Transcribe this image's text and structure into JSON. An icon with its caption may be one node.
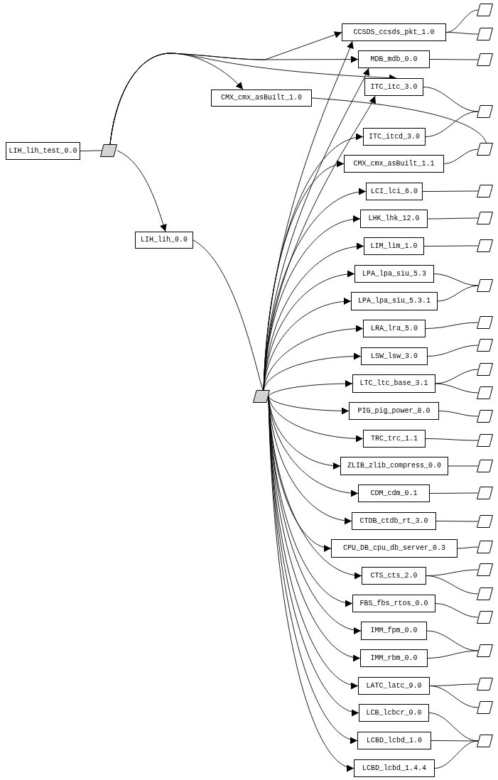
{
  "diagram": {
    "nodes": [
      {
        "text": [
          "LIH_lih_test_0.0"
        ]
      },
      {
        "text": [],
        "shape": "parallelogram"
      },
      {
        "text": [
          "CMX_cmx_asBuilt_1.0"
        ]
      },
      {
        "text": [
          "LIH_lih_0.0"
        ]
      },
      {
        "text": [],
        "shape": "parallelogram"
      },
      {
        "text": [
          "CCSDS_ccsds_pkt_1.0"
        ]
      },
      {
        "text": [
          "MDB_mdb_0.0"
        ]
      },
      {
        "text": [
          "ITC_itc_3.0"
        ]
      },
      {
        "text": [
          "ITC_itcd_3.0"
        ]
      },
      {
        "text": [
          "CMX_cmx_asBuilt_1.1"
        ]
      },
      {
        "text": [
          "LCI_lci_6.0"
        ]
      },
      {
        "text": [
          "LHK_lhk_12.0"
        ]
      },
      {
        "text": [
          "LIM_lim_1.0"
        ]
      },
      {
        "text": [
          "LPA_lpa_siu_5.3"
        ]
      },
      {
        "text": [
          "LPA_lpa_siu_5.3.1"
        ]
      },
      {
        "text": [
          "LRA_lra_5.0"
        ]
      },
      {
        "text": [
          "LSW_lsw_3.0"
        ]
      },
      {
        "text": [
          "LTC_ltc_base_3.1"
        ]
      },
      {
        "text": [
          "PIG_pig_power_8.0"
        ]
      },
      {
        "text": [
          "TRC_trc_1.1"
        ]
      },
      {
        "text": [
          "ZLIB_zlib_compress_0.0"
        ]
      },
      {
        "text": [
          "CDM_cdm_0.1"
        ]
      },
      {
        "text": [
          "CTDB_ctdb_rt_3.0"
        ]
      },
      {
        "text": [
          "CPU_DB_cpu_db_server_0.3"
        ]
      },
      {
        "text": [
          "CTS_cts_2.0"
        ]
      },
      {
        "text": [
          "FBS_fbs_rtos_0.0"
        ]
      },
      {
        "text": [
          "IMM_fpm_0.0"
        ]
      },
      {
        "text": [
          "IMM_rbm_0.0"
        ]
      },
      {
        "text": [
          "LATC_latc_9.0"
        ]
      },
      {
        "text": [
          "LCB_lcbcr_0.0"
        ]
      },
      {
        "text": [
          "LCBD_lcbd_1.0"
        ]
      },
      {
        "text": [
          "LCBD_lcbd_1.4.4"
        ]
      },
      {
        "text": [],
        "shape": "parallelogram"
      },
      {
        "text": [],
        "shape": "parallelogram"
      },
      {
        "text": [],
        "shape": "parallelogram"
      },
      {
        "text": [],
        "shape": "parallelogram"
      },
      {
        "text": [],
        "shape": "parallelogram"
      },
      {
        "text": [],
        "shape": "parallelogram"
      },
      {
        "text": [],
        "shape": "parallelogram"
      },
      {
        "text": [],
        "shape": "parallelogram"
      },
      {
        "text": [],
        "shape": "parallelogram"
      },
      {
        "text": [],
        "shape": "parallelogram"
      },
      {
        "text": [],
        "shape": "parallelogram"
      },
      {
        "text": [],
        "shape": "parallelogram"
      },
      {
        "text": [],
        "shape": "parallelogram"
      },
      {
        "text": [],
        "shape": "parallelogram"
      },
      {
        "text": [],
        "shape": "parallelogram"
      },
      {
        "text": [],
        "shape": "parallelogram"
      },
      {
        "text": [],
        "shape": "parallelogram"
      },
      {
        "text": [],
        "shape": "parallelogram"
      },
      {
        "text": [],
        "shape": "parallelogram"
      },
      {
        "text": [],
        "shape": "parallelogram"
      },
      {
        "text": [],
        "shape": "parallelogram"
      },
      {
        "text": [],
        "shape": "parallelogram"
      },
      {
        "text": [],
        "shape": "parallelogram"
      },
      {
        "text": [],
        "shape": "parallelogram"
      },
      {
        "text": [],
        "shape": "parallelogram"
      },
      {
        "text": [],
        "shape": "parallelogram"
      }
    ],
    "edges": [
      {
        "from": 0,
        "to": 1,
        "arrow": "none"
      },
      {
        "from": 1,
        "to": 3,
        "arrow": "to"
      },
      {
        "from": 1,
        "to": 2,
        "arrow": "to"
      },
      {
        "from": 1,
        "to": 5,
        "arrow": "to"
      },
      {
        "from": 1,
        "to": 6,
        "arrow": "to"
      },
      {
        "from": 1,
        "to": 7,
        "arrow": "to"
      },
      {
        "from": 3,
        "to": 4,
        "arrow": "none"
      },
      {
        "from": 4,
        "to": 5,
        "arrow": "to"
      },
      {
        "from": 4,
        "to": 6,
        "arrow": "to"
      },
      {
        "from": 4,
        "to": 7,
        "arrow": "to"
      },
      {
        "from": 4,
        "to": 8,
        "arrow": "to"
      },
      {
        "from": 4,
        "to": 9,
        "arrow": "to"
      },
      {
        "from": 4,
        "to": 10,
        "arrow": "to"
      },
      {
        "from": 4,
        "to": 11,
        "arrow": "to"
      },
      {
        "from": 4,
        "to": 12,
        "arrow": "to"
      },
      {
        "from": 4,
        "to": 13,
        "arrow": "to"
      },
      {
        "from": 4,
        "to": 14,
        "arrow": "to"
      },
      {
        "from": 4,
        "to": 15,
        "arrow": "to"
      },
      {
        "from": 4,
        "to": 16,
        "arrow": "to"
      },
      {
        "from": 4,
        "to": 17,
        "arrow": "to"
      },
      {
        "from": 4,
        "to": 18,
        "arrow": "to"
      },
      {
        "from": 4,
        "to": 19,
        "arrow": "to"
      },
      {
        "from": 4,
        "to": 20,
        "arrow": "to"
      },
      {
        "from": 4,
        "to": 21,
        "arrow": "to"
      },
      {
        "from": 4,
        "to": 22,
        "arrow": "to"
      },
      {
        "from": 4,
        "to": 23,
        "arrow": "to"
      },
      {
        "from": 4,
        "to": 24,
        "arrow": "to"
      },
      {
        "from": 4,
        "to": 25,
        "arrow": "to"
      },
      {
        "from": 4,
        "to": 26,
        "arrow": "to"
      },
      {
        "from": 4,
        "to": 27,
        "arrow": "to"
      },
      {
        "from": 4,
        "to": 28,
        "arrow": "to"
      },
      {
        "from": 4,
        "to": 29,
        "arrow": "to"
      },
      {
        "from": 4,
        "to": 30,
        "arrow": "to"
      },
      {
        "from": 4,
        "to": 31,
        "arrow": "to"
      },
      {
        "from": 5,
        "to": 32,
        "arrow": "none"
      },
      {
        "from": 5,
        "to": 33,
        "arrow": "none"
      },
      {
        "from": 6,
        "to": 34,
        "arrow": "none"
      },
      {
        "from": 7,
        "to": 35,
        "arrow": "none"
      },
      {
        "from": 8,
        "to": 35,
        "arrow": "none"
      },
      {
        "from": 2,
        "to": 36,
        "arrow": "none"
      },
      {
        "from": 9,
        "to": 36,
        "arrow": "none"
      },
      {
        "from": 10,
        "to": 37,
        "arrow": "none"
      },
      {
        "from": 11,
        "to": 38,
        "arrow": "none"
      },
      {
        "from": 12,
        "to": 39,
        "arrow": "none"
      },
      {
        "from": 13,
        "to": 40,
        "arrow": "none"
      },
      {
        "from": 14,
        "to": 40,
        "arrow": "none"
      },
      {
        "from": 15,
        "to": 41,
        "arrow": "none"
      },
      {
        "from": 16,
        "to": 42,
        "arrow": "none"
      },
      {
        "from": 17,
        "to": 43,
        "arrow": "none"
      },
      {
        "from": 17,
        "to": 44,
        "arrow": "none"
      },
      {
        "from": 18,
        "to": 45,
        "arrow": "none"
      },
      {
        "from": 19,
        "to": 46,
        "arrow": "none"
      },
      {
        "from": 20,
        "to": 47,
        "arrow": "none"
      },
      {
        "from": 21,
        "to": 48,
        "arrow": "none"
      },
      {
        "from": 22,
        "to": 49,
        "arrow": "none"
      },
      {
        "from": 23,
        "to": 50,
        "arrow": "none"
      },
      {
        "from": 24,
        "to": 51,
        "arrow": "none"
      },
      {
        "from": 24,
        "to": 52,
        "arrow": "none"
      },
      {
        "from": 25,
        "to": 53,
        "arrow": "none"
      },
      {
        "from": 26,
        "to": 54,
        "arrow": "none"
      },
      {
        "from": 27,
        "to": 54,
        "arrow": "none"
      },
      {
        "from": 28,
        "to": 55,
        "arrow": "none"
      },
      {
        "from": 28,
        "to": 56,
        "arrow": "none"
      },
      {
        "from": 29,
        "to": 57,
        "arrow": "none"
      },
      {
        "from": 30,
        "to": 57,
        "arrow": "none"
      },
      {
        "from": 31,
        "to": 57,
        "arrow": "none"
      }
    ]
  }
}
